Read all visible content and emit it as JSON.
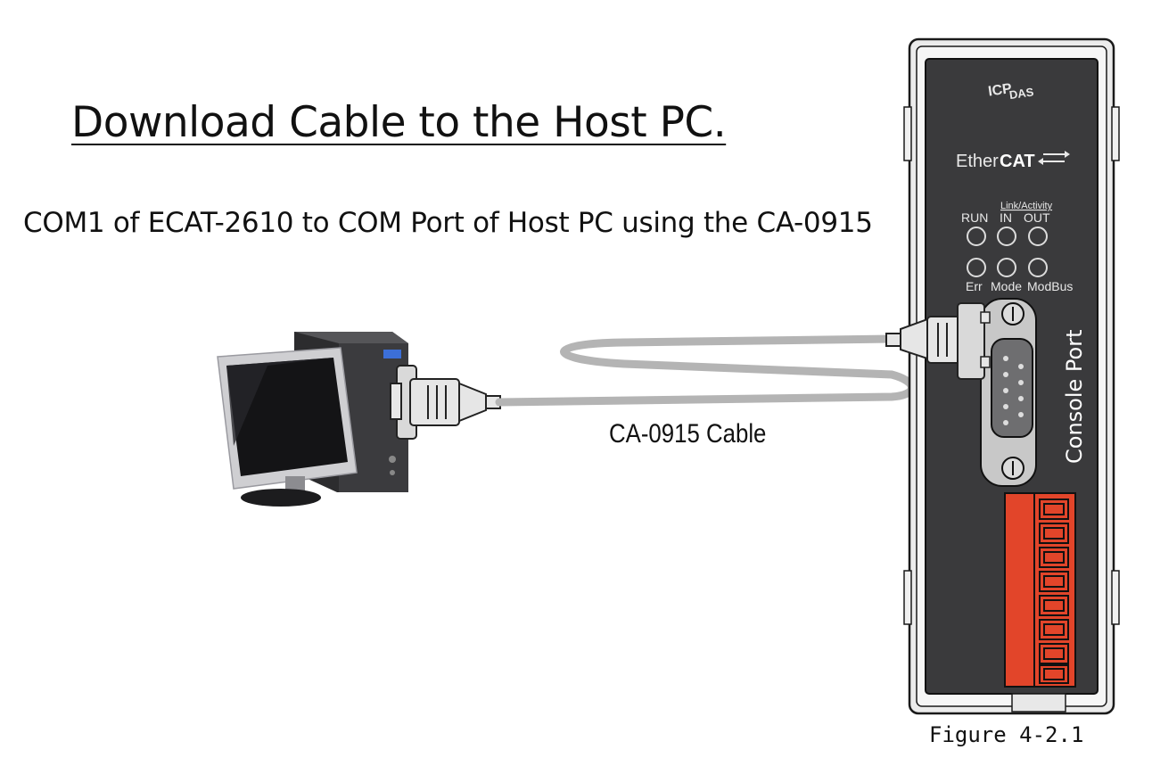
{
  "title": "Download Cable to the Host PC.",
  "subtitle": "COM1 of ECAT-2610 to COM Port of Host PC using the CA-0915",
  "cable_label": "CA-0915 Cable",
  "figure_caption": "Figure 4-2.1",
  "device": {
    "brand_line1": "ICP",
    "brand_line2": "DAS",
    "ethercat_part1": "Ether",
    "ethercat_part2": "CAT",
    "link_activity_label": "Link/Activity",
    "led_top": [
      "RUN",
      "IN",
      "OUT"
    ],
    "led_bottom": [
      "Err",
      "Mode",
      "ModBus"
    ],
    "console_port_label": "Console Port"
  },
  "colors": {
    "device_body": "#3a3a3c",
    "terminal_block": "#e2452a",
    "cable": "#b4b4b4"
  }
}
